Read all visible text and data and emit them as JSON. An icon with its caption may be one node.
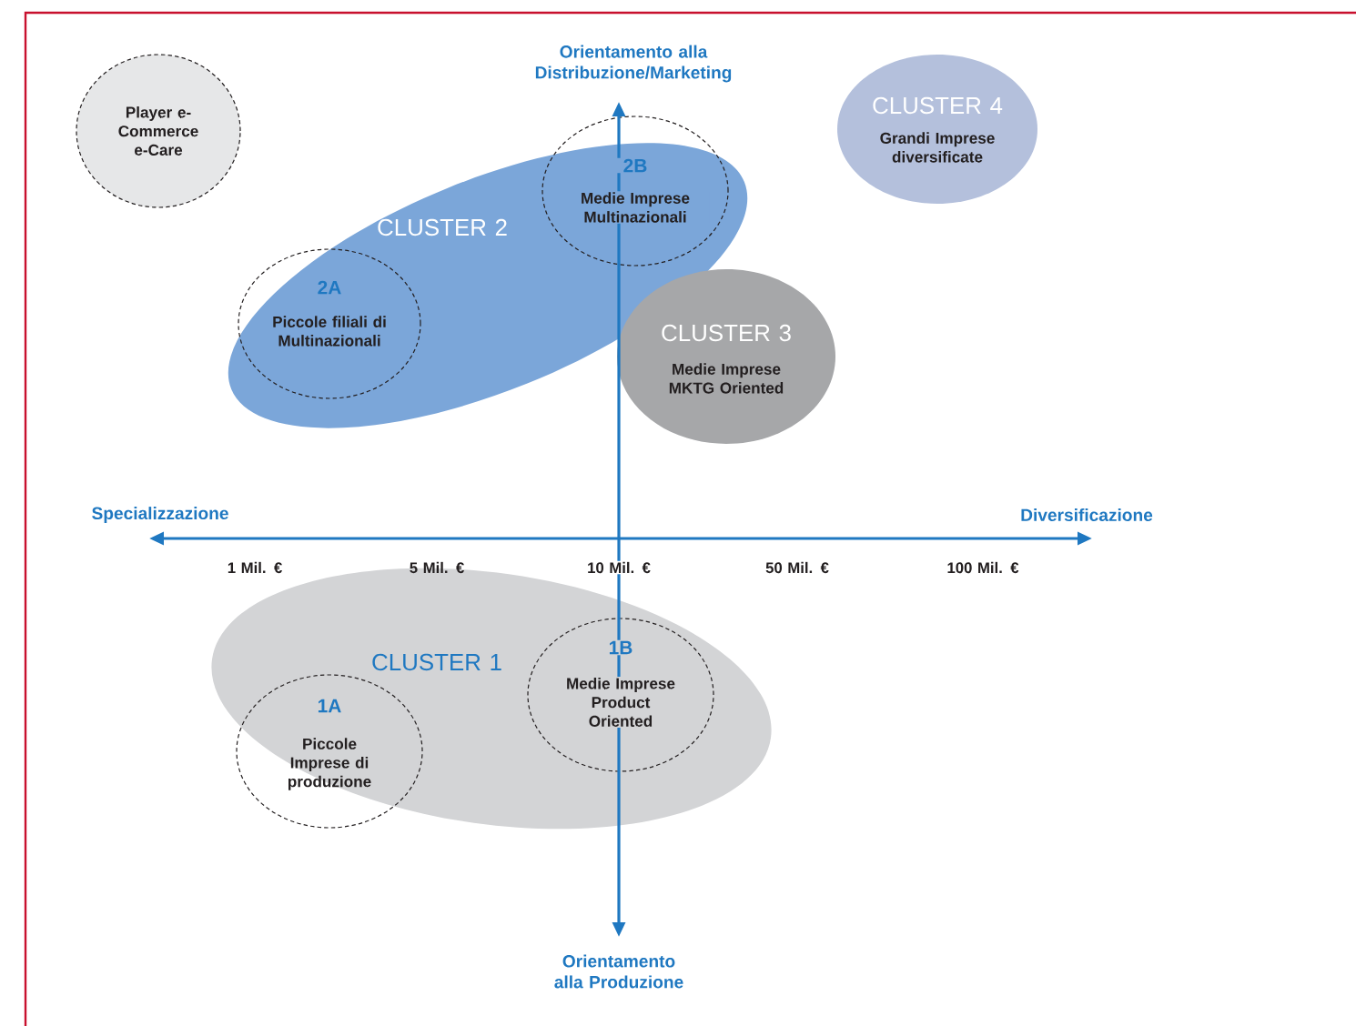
{
  "diagram": {
    "nodes": [
      {
        "text": [
          "Player e-Commerce e-Care"
        ]
      },
      {
        "text": [
          "CLUSTER 4",
          "Grandi Imprese diversificate"
        ]
      },
      {
        "text": [
          "CLUSTER 2"
        ]
      },
      {
        "text": [
          "2A",
          "Piccole filiali di Multinazionali"
        ],
        "in": 2
      },
      {
        "text": [
          "2B",
          "Medie Imprese Multinazionali"
        ],
        "in": 2
      },
      {
        "text": [
          "CLUSTER 3",
          "Medie Imprese MKTG Oriented"
        ]
      },
      {
        "text": [
          "CLUSTER 1"
        ]
      },
      {
        "text": [
          "1A",
          "Piccole Imprese di produzione"
        ],
        "in": 6
      },
      {
        "text": [
          "1B",
          "Medie Imprese Product Oriented"
        ],
        "in": 6
      }
    ],
    "labels": [
      "Orientamento alla Distribuzione/Marketing",
      "Specializzazione",
      "Diversificazione",
      "1 Mil. €",
      "5 Mil. €",
      "10 Mil. €",
      "50 Mil. €",
      "100 Mil. €",
      "Orientamento alla Produzione"
    ]
  }
}
